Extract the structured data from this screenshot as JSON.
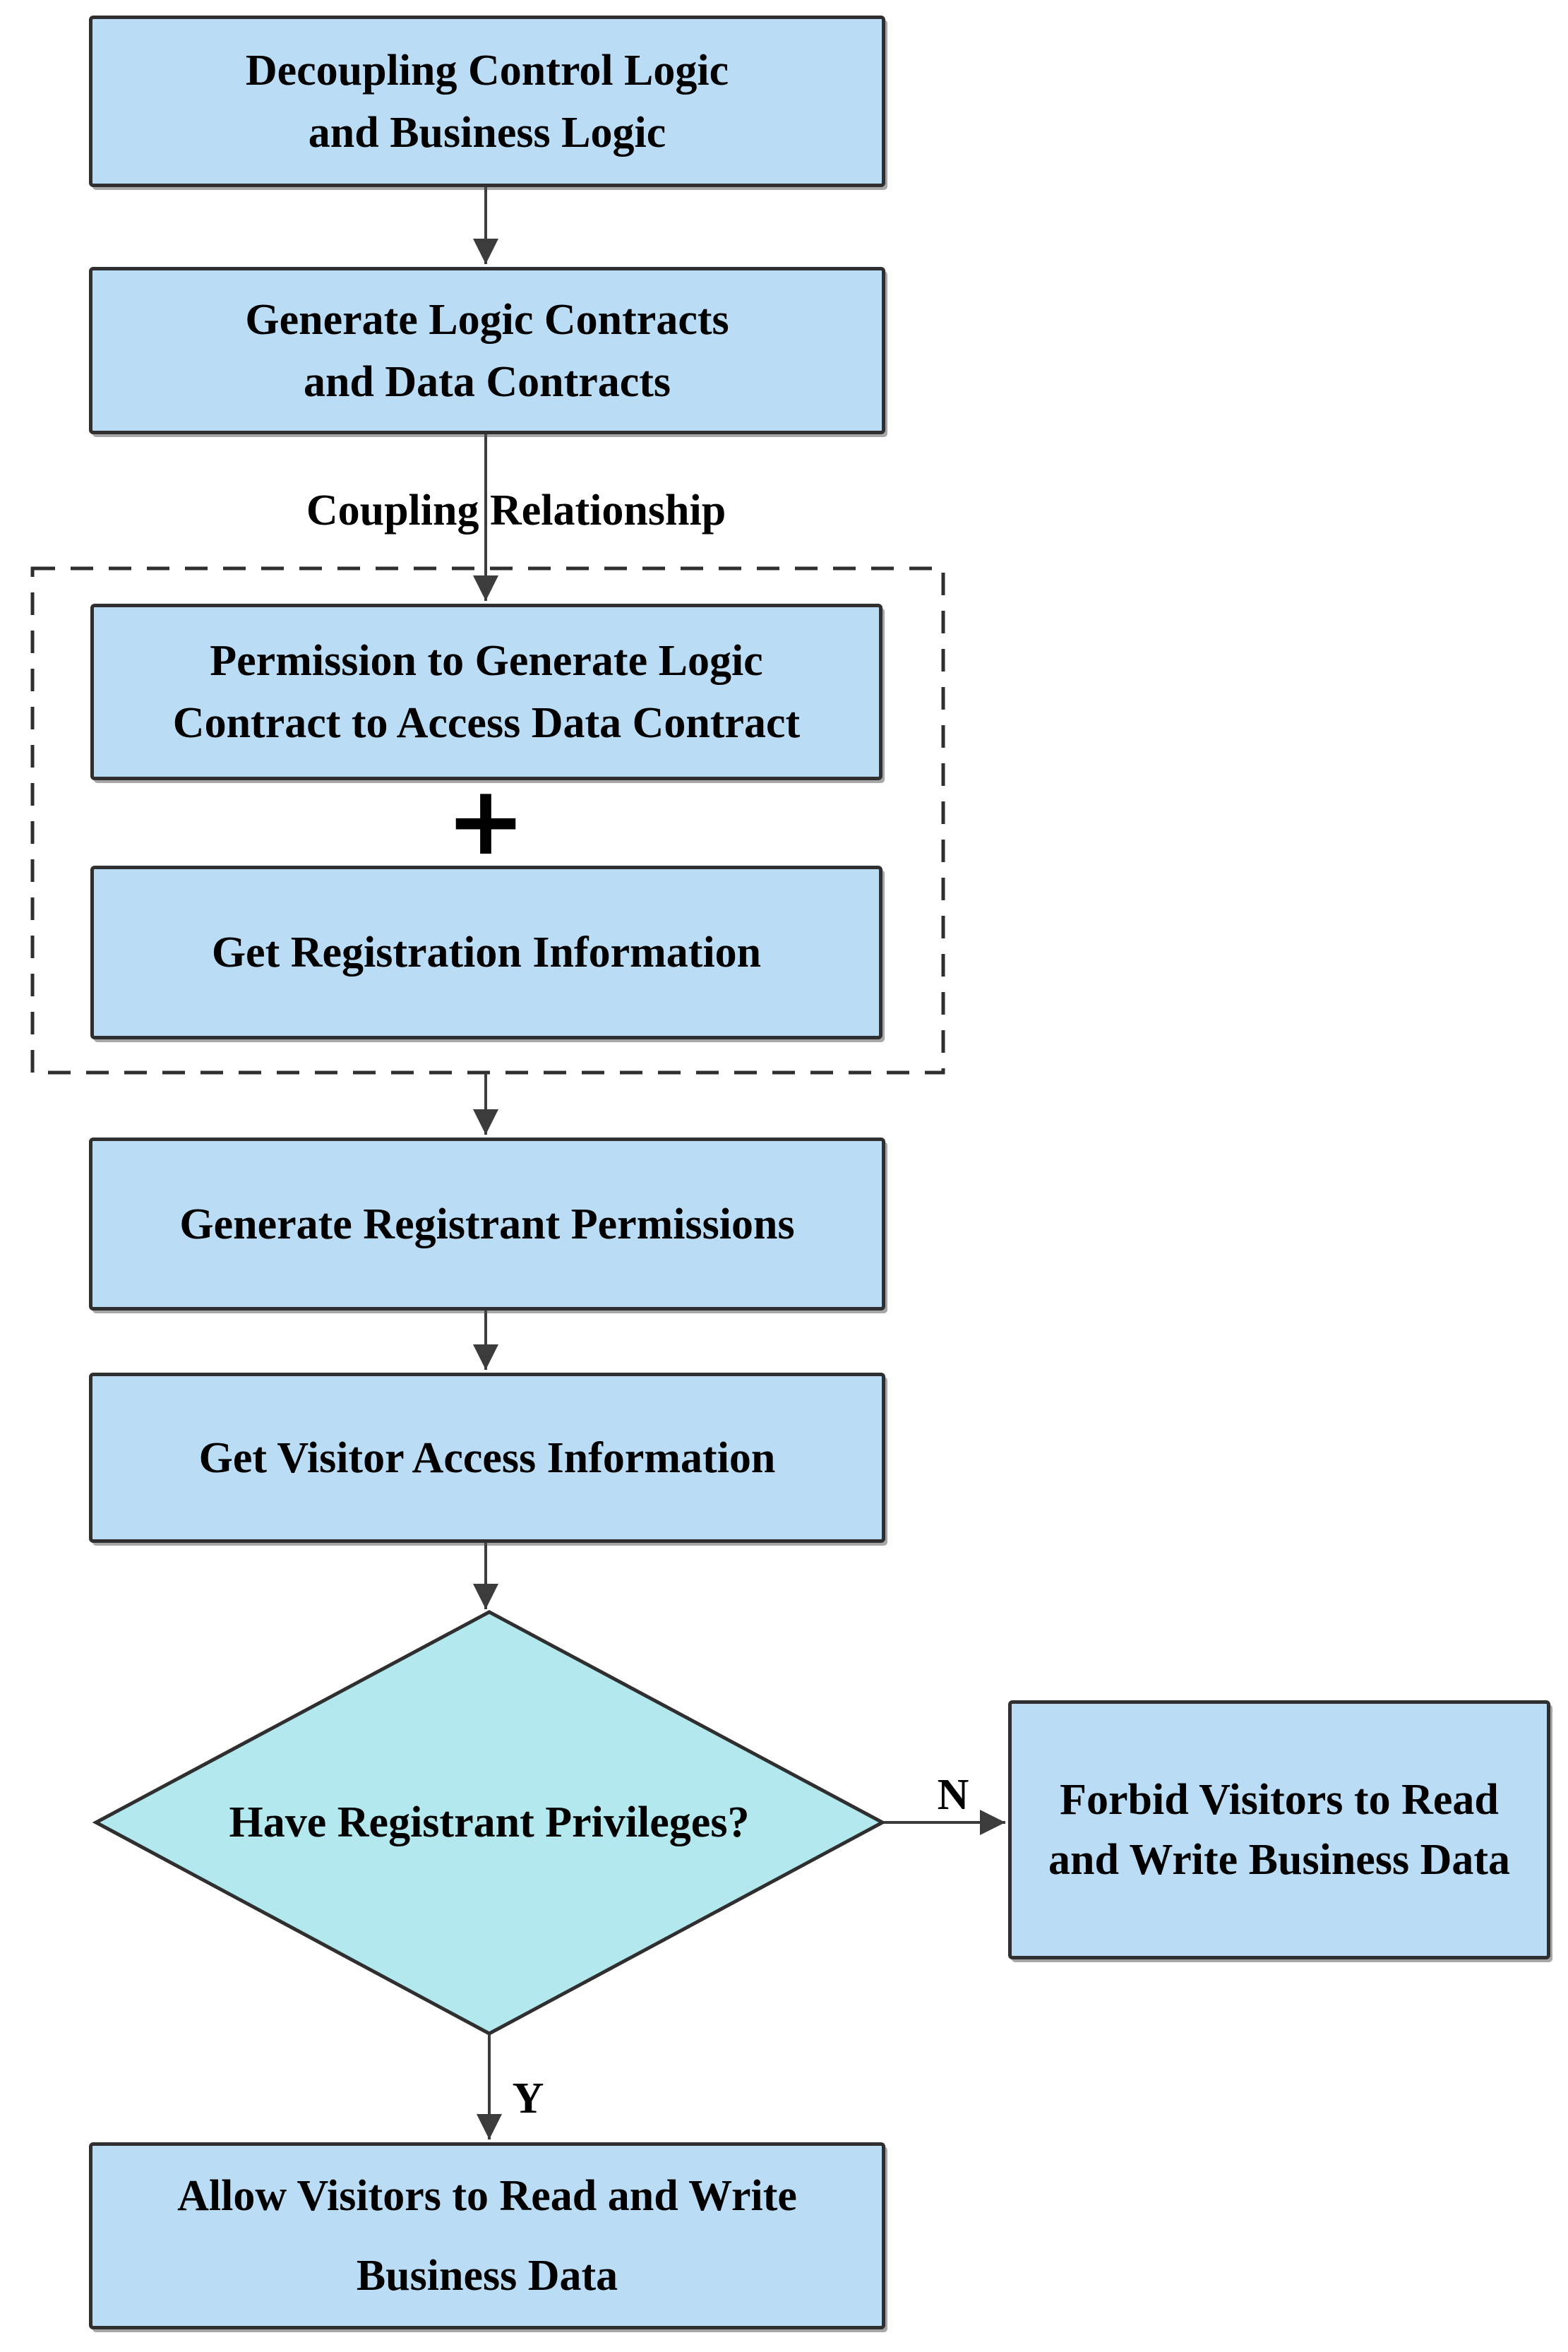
{
  "figure_type": "flowchart",
  "colors": {
    "process_fill": "#bbdcf5",
    "decision_fill": "#b2e8ee",
    "border": "#2f2f2f",
    "connector": "#3c3c3c",
    "text": "#000000",
    "background": "#ffffff"
  },
  "nodes": {
    "decouple": {
      "lines": [
        "Decoupling Control Logic",
        "and Business Logic"
      ]
    },
    "generate_contracts": {
      "lines": [
        "Generate Logic Contracts",
        "and Data Contracts"
      ]
    },
    "permission": {
      "lines": [
        "Permission to Generate Logic",
        "Contract to Access Data Contract"
      ]
    },
    "get_registration": {
      "lines": [
        "Get Registration Information"
      ]
    },
    "generate_permissions": {
      "lines": [
        "Generate Registrant Permissions"
      ]
    },
    "get_visitor": {
      "lines": [
        "Get Visitor Access Information"
      ]
    },
    "decision": {
      "lines": [
        "Have Registrant Privileges?"
      ]
    },
    "forbid": {
      "lines": [
        "Forbid Visitors to Read",
        "and Write Business Data"
      ]
    },
    "allow": {
      "lines": [
        "Allow Visitors to Read and Write",
        "Business Data"
      ]
    }
  },
  "labels": {
    "coupling": "Coupling Relationship",
    "plus": "+",
    "no": "N",
    "yes": "Y"
  }
}
